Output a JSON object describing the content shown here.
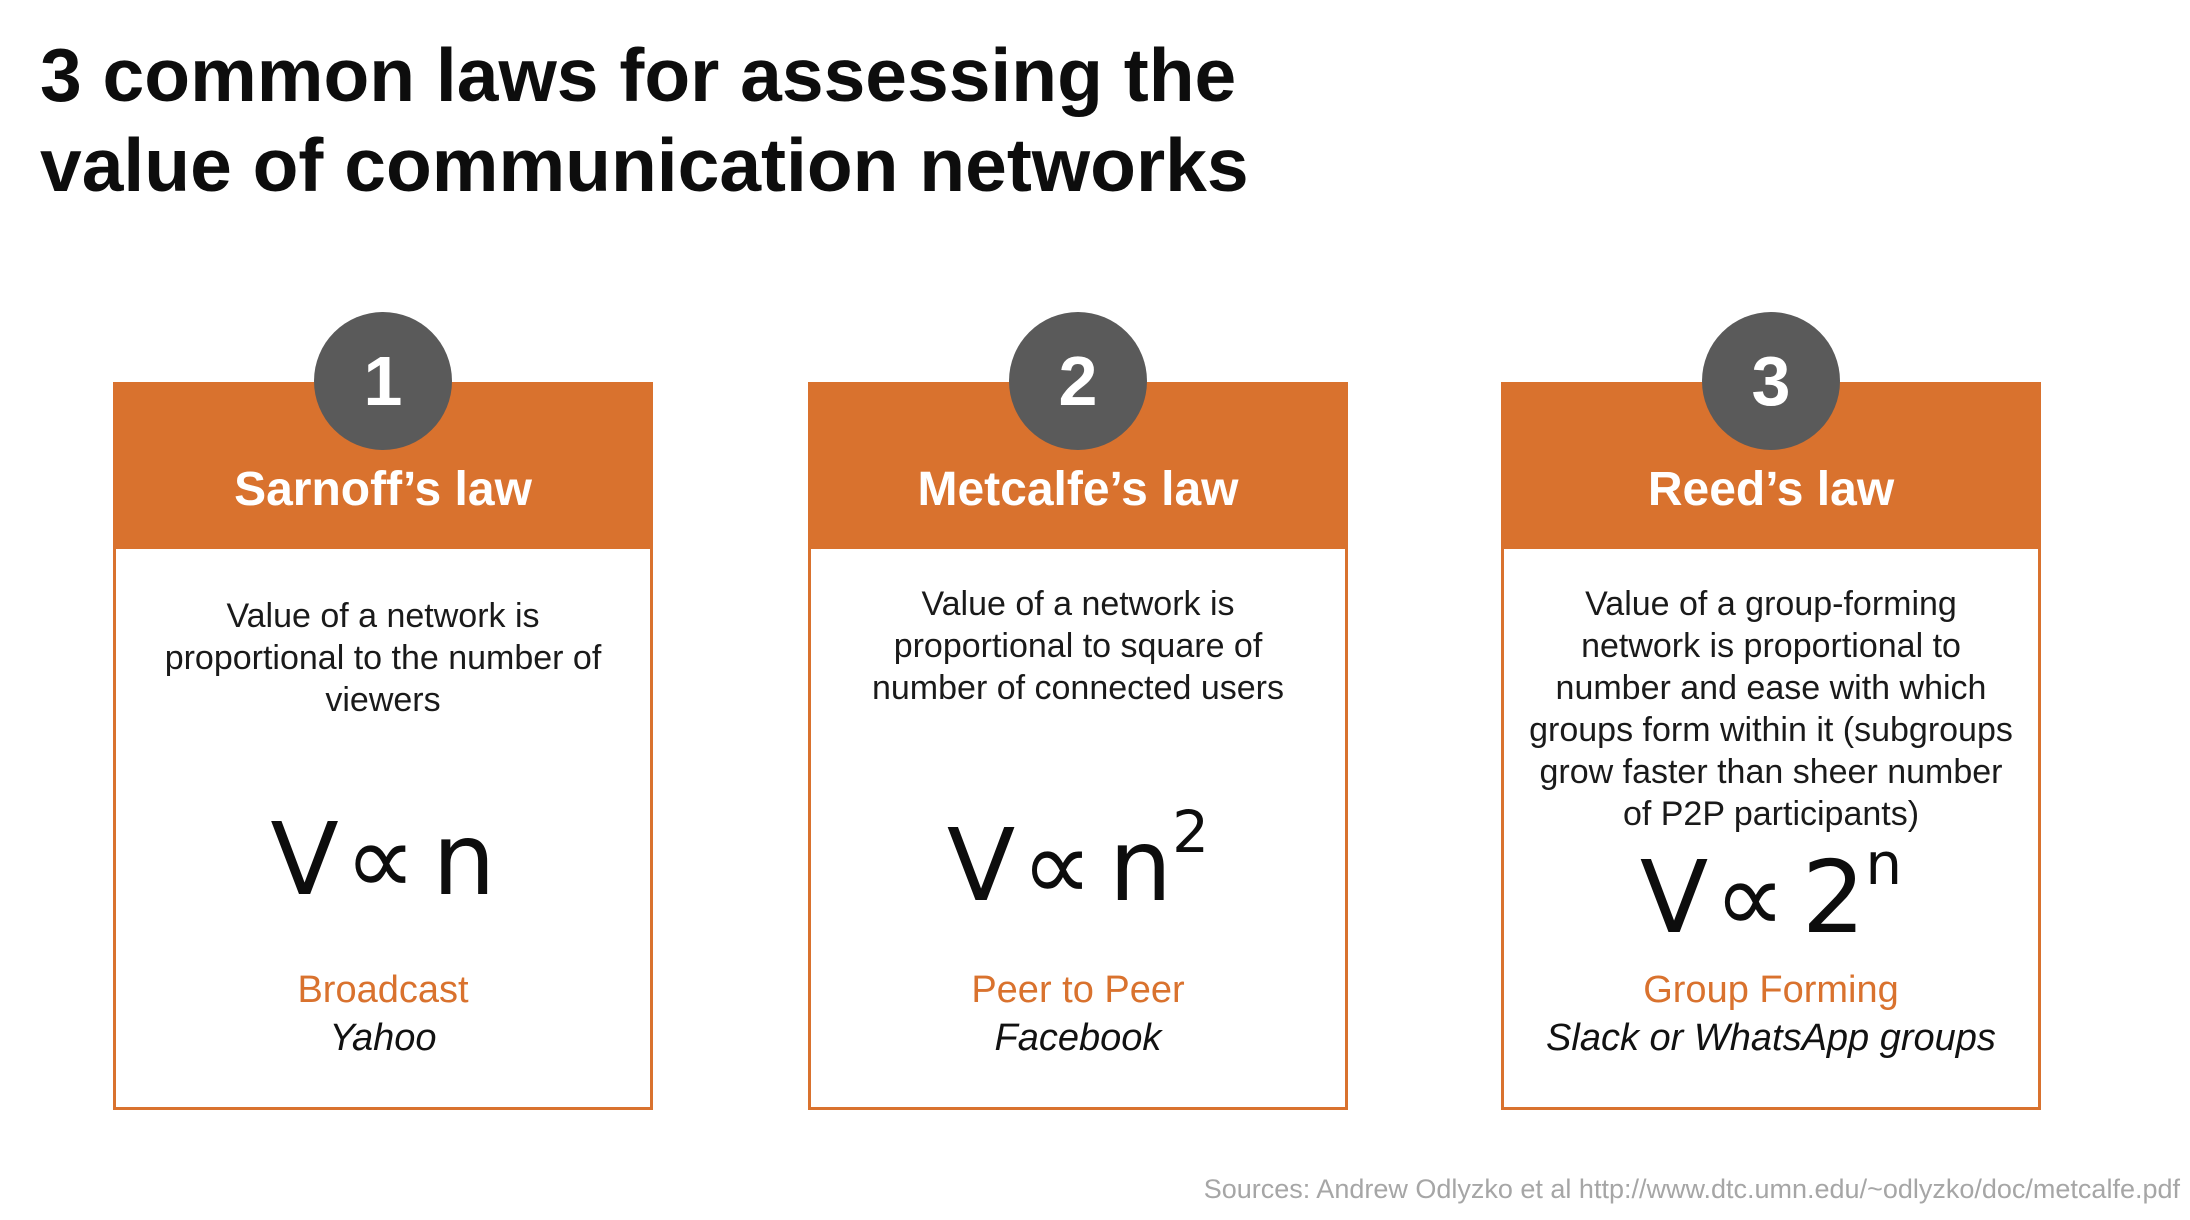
{
  "title": {
    "line1": "3 common laws for assessing the",
    "line2": "value of communication networks"
  },
  "colors": {
    "accent": "#d9722e",
    "badge": "#5a5a5a",
    "source_text": "#a6a6a6"
  },
  "laws": [
    {
      "number": "1",
      "name": "Sarnoff’s law",
      "description": "Value of a network is proportional to the number of viewers",
      "formula": {
        "lhs": "V",
        "symbol": "∝",
        "base": "n",
        "exponent": ""
      },
      "category": "Broadcast",
      "example": "Yahoo"
    },
    {
      "number": "2",
      "name": "Metcalfe’s law",
      "description": "Value of a network is proportional to square of number of connected users",
      "formula": {
        "lhs": "V",
        "symbol": "∝",
        "base": "n",
        "exponent": "2"
      },
      "category": "Peer to Peer",
      "example": "Facebook"
    },
    {
      "number": "3",
      "name": "Reed’s law",
      "description": "Value of a group-forming network is proportional to number and ease with which groups form within it (subgroups grow faster than sheer number of P2P participants)",
      "formula": {
        "lhs": "V",
        "symbol": "∝",
        "base": "2",
        "exponent": "n"
      },
      "category": "Group Forming",
      "example": "Slack or WhatsApp groups"
    }
  ],
  "source": "Sources: Andrew Odlyzko et al http://www.dtc.umn.edu/~odlyzko/doc/metcalfe.pdf"
}
